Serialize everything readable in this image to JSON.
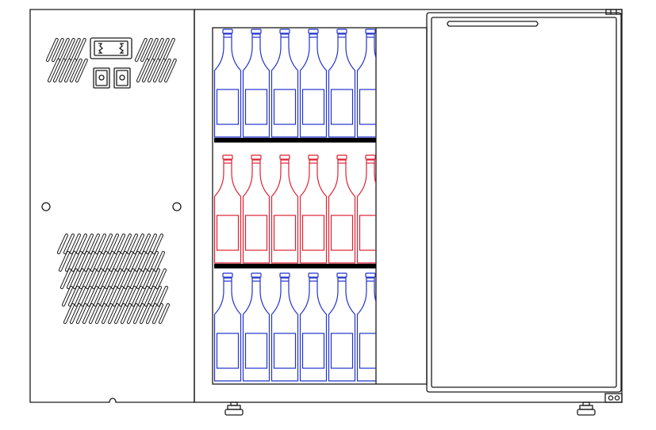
{
  "drawing": {
    "line_color": "#1a1a1a",
    "background": "#ffffff",
    "shelf_color": "#000000"
  },
  "bottle_rows": [
    {
      "row": "top",
      "color": "#2233cc",
      "count": 6
    },
    {
      "row": "middle",
      "color": "#dd2233",
      "count": 6
    },
    {
      "row": "bottom",
      "color": "#2233cc",
      "count": 6
    }
  ],
  "icons": [
    "grille-vent-icon",
    "thermostat-display-icon",
    "control-knob-icon",
    "mounting-screw-icon",
    "bottle-icon",
    "shelf-icon",
    "door-handle-icon",
    "hinge-icon",
    "adjustable-foot-icon"
  ]
}
